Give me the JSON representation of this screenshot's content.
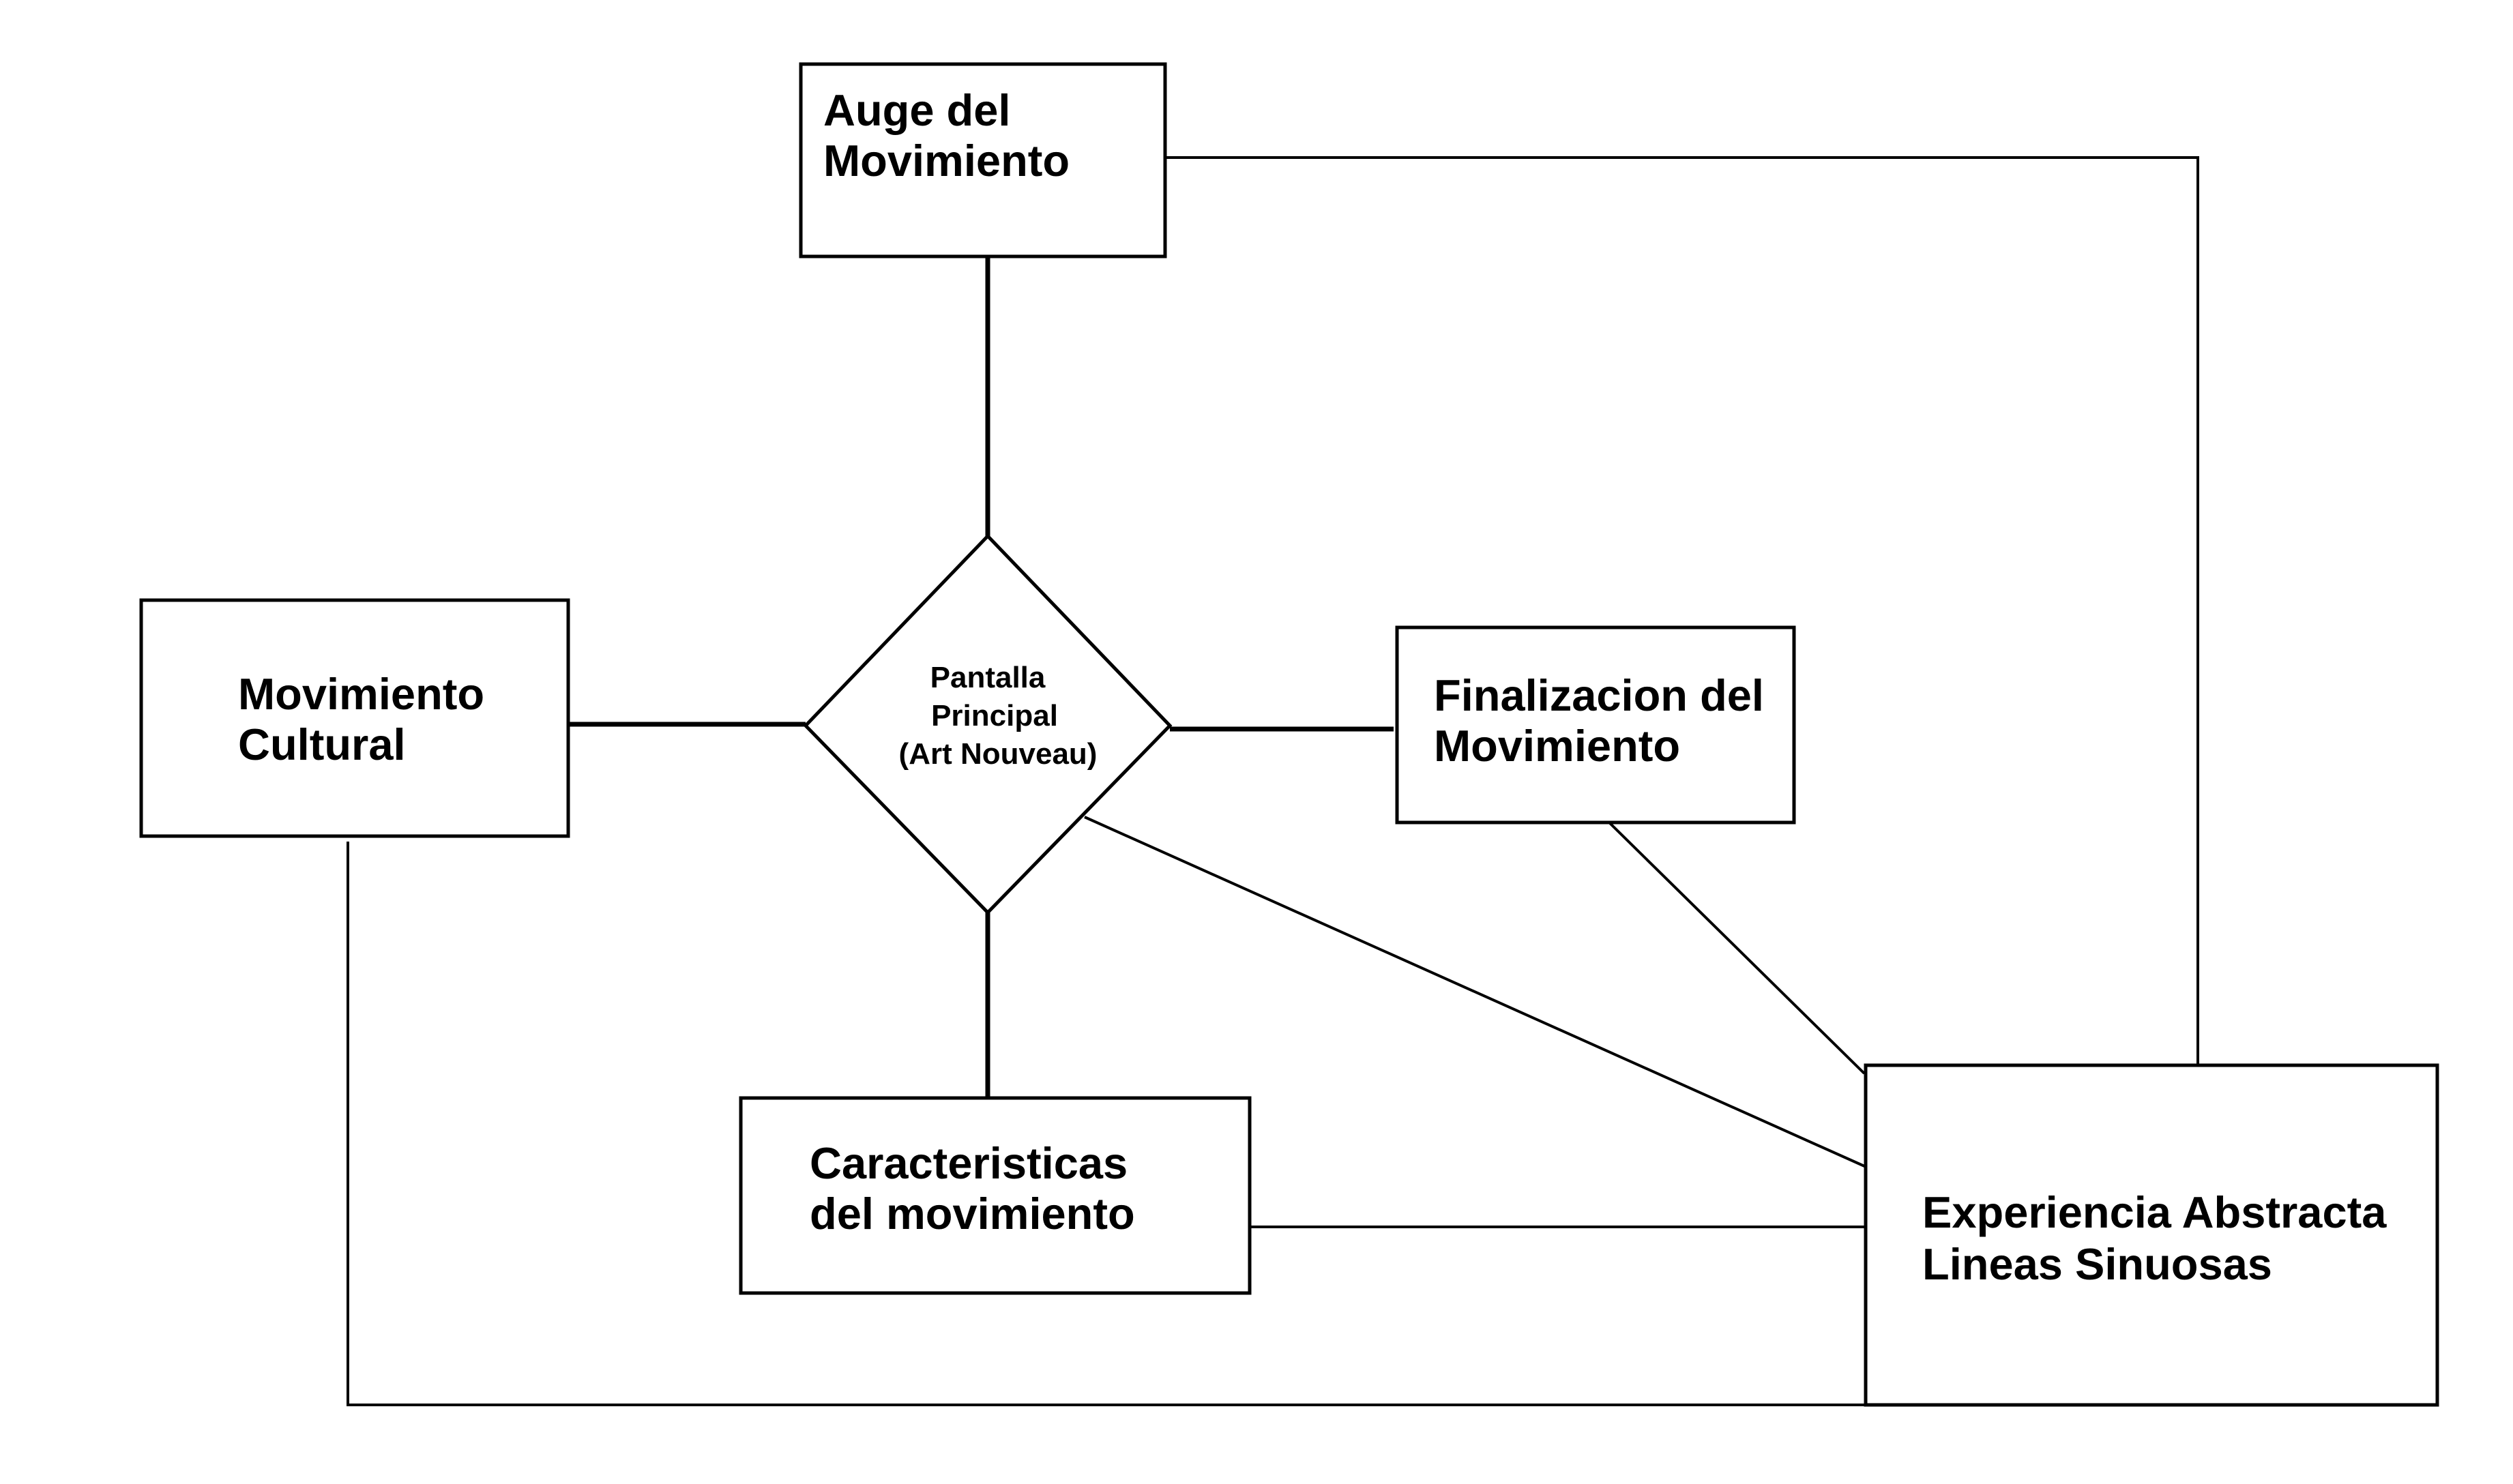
{
  "nodes": {
    "auge": {
      "lines": [
        "Auge del",
        "Movimiento"
      ]
    },
    "cultural": {
      "lines": [
        "Movimiento",
        "Cultural"
      ]
    },
    "pantalla": {
      "lines": [
        "Pantalla",
        "Principal",
        "(Art Nouveau)"
      ]
    },
    "finalizacion": {
      "lines": [
        "Finalizacion del",
        "Movimiento"
      ]
    },
    "caracteristicas": {
      "lines": [
        "Caracteristicas",
        "del movimiento"
      ]
    },
    "experiencia": {
      "lines": [
        "Experiencia Abstracta",
        "Lineas Sinuosas"
      ]
    }
  },
  "edges": [
    {
      "from": "auge",
      "to": "pantalla"
    },
    {
      "from": "auge",
      "to": "experiencia"
    },
    {
      "from": "cultural",
      "to": "pantalla"
    },
    {
      "from": "pantalla",
      "to": "finalizacion"
    },
    {
      "from": "pantalla",
      "to": "caracteristicas"
    },
    {
      "from": "pantalla",
      "to": "experiencia"
    },
    {
      "from": "finalizacion",
      "to": "experiencia"
    },
    {
      "from": "caracteristicas",
      "to": "experiencia"
    },
    {
      "from": "cultural",
      "to": "experiencia"
    }
  ]
}
